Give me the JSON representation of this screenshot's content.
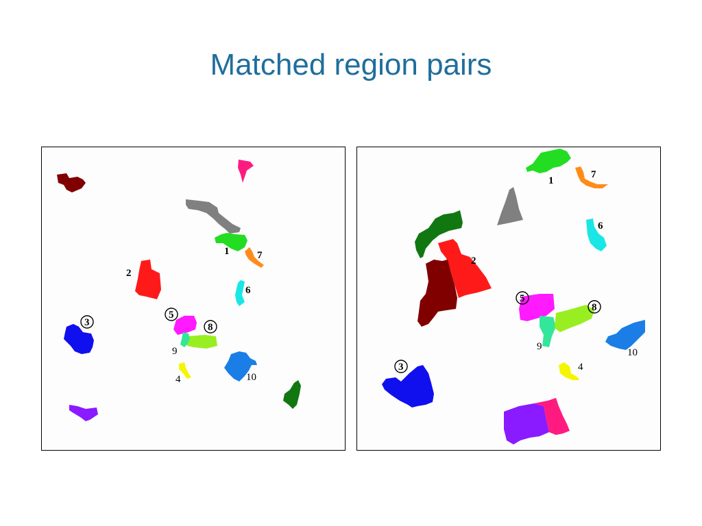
{
  "title": "Matched region pairs",
  "left_image": {
    "labels": {
      "l1": "1",
      "l2": "2",
      "l3": "3",
      "l4": "4",
      "l5": "5",
      "l6": "6",
      "l7": "7",
      "l8": "8",
      "l9": "9",
      "l10": "10"
    }
  },
  "right_image": {
    "labels": {
      "l1": "1",
      "l2": "2",
      "l3": "3",
      "l4": "4",
      "l5": "5",
      "l6": "6",
      "l7": "7",
      "l8": "8",
      "l9": "9",
      "l10": "10"
    }
  },
  "colors": {
    "title": "#1f6e9c",
    "region_1": "#22dd22",
    "region_2": "#ff1a1a",
    "region_3": "#1010ee",
    "region_4": "#f5f500",
    "region_5": "#ff1aff",
    "region_6": "#1ae6e6",
    "region_7": "#ff8c1a",
    "region_8": "#99ee22",
    "region_9": "#33e699",
    "region_10": "#1a7ee6",
    "region_maroon": "#800000",
    "region_gray": "#808080",
    "region_pink": "#ff1a80",
    "region_purple": "#8a1aff",
    "region_darkgreen": "#117711"
  }
}
